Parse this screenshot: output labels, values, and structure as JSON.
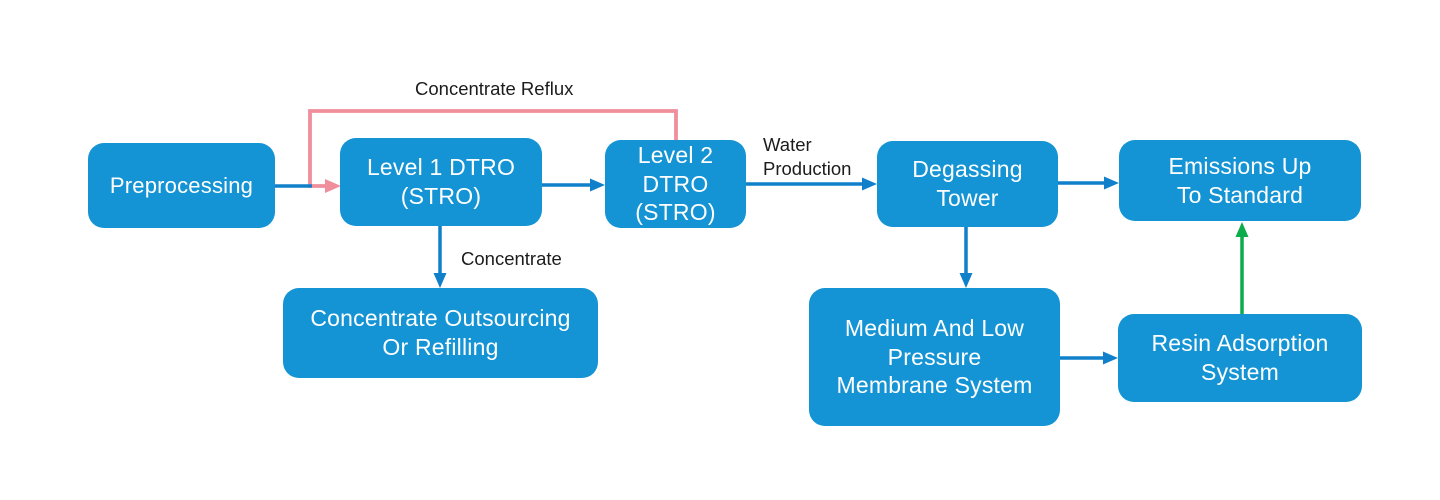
{
  "diagram": {
    "title": "",
    "nodes": [
      {
        "id": "preprocessing",
        "label": "Preprocessing"
      },
      {
        "id": "level1-dtro",
        "label": "Level 1 DTRO\n(STRO)"
      },
      {
        "id": "level2-dtro",
        "label": "Level 2\nDTRO\n(STRO)"
      },
      {
        "id": "degassing-tower",
        "label": "Degassing\nTower"
      },
      {
        "id": "emissions-up-to-standard",
        "label": "Emissions Up\nTo Standard"
      },
      {
        "id": "concentrate-outsourcing",
        "label": "Concentrate Outsourcing\nOr Refilling"
      },
      {
        "id": "medium-low-membrane",
        "label": "Medium And Low\nPressure\nMembrane System"
      },
      {
        "id": "resin-adsorption",
        "label": "Resin Adsorption\nSystem"
      }
    ],
    "edge_labels": [
      {
        "id": "concentrate-reflux",
        "text": "Concentrate Reflux"
      },
      {
        "id": "water-production",
        "text": "Water\nProduction"
      },
      {
        "id": "concentrate",
        "text": "Concentrate"
      }
    ],
    "edges": [
      {
        "from": "preprocessing",
        "to": "level1-dtro",
        "color": "blue",
        "label": ""
      },
      {
        "from": "level2-dtro",
        "to": "level1-dtro",
        "color": "pink",
        "label": "Concentrate Reflux"
      },
      {
        "from": "level1-dtro",
        "to": "level2-dtro",
        "color": "blue",
        "label": ""
      },
      {
        "from": "level2-dtro",
        "to": "degassing-tower",
        "color": "blue",
        "label": "Water Production"
      },
      {
        "from": "degassing-tower",
        "to": "emissions-up-to-standard",
        "color": "blue",
        "label": ""
      },
      {
        "from": "level1-dtro",
        "to": "concentrate-outsourcing",
        "color": "blue",
        "label": "Concentrate"
      },
      {
        "from": "degassing-tower",
        "to": "medium-low-membrane",
        "color": "blue",
        "label": ""
      },
      {
        "from": "medium-low-membrane",
        "to": "resin-adsorption",
        "color": "blue",
        "label": ""
      },
      {
        "from": "resin-adsorption",
        "to": "emissions-up-to-standard",
        "color": "green",
        "label": ""
      }
    ],
    "colors": {
      "node_fill": "#1494d4",
      "node_text": "#ffffff",
      "arrow_blue": "#1180ca",
      "arrow_pink": "#f08e9c",
      "arrow_green": "#0cab4b",
      "label_text": "#1c1c1c",
      "background": "#ffffff"
    }
  }
}
